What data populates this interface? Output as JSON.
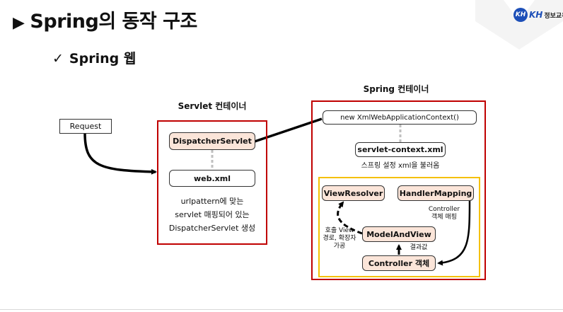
{
  "header": {
    "title_marker": "▶",
    "title": "Spring의 동작 구조",
    "subtitle_marker": "✓",
    "subtitle": "Spring 웹",
    "logo_mark": "KH",
    "logo_brand": "KH",
    "logo_org": "정보교육원"
  },
  "request": {
    "label": "Request"
  },
  "servlet_container": {
    "title": "Servlet 컨테이너",
    "dispatcher": "DispatcherServlet",
    "webxml": "web.xml",
    "desc_line1": "urlpattern에 맞는",
    "desc_line2": "servlet 매핑되어 있는",
    "desc_line3": "DispatcherServlet 생성"
  },
  "spring_container": {
    "title": "Spring 컨테이너",
    "app_context": "new XmlWebApplicationContext()",
    "servlet_context": "servlet-context.xml",
    "servlet_context_note": "스프링 설정 xml을 불러옴",
    "view_resolver": "ViewResolver",
    "handler_mapping": "HandlerMapping",
    "handler_note_line1": "Controller",
    "handler_note_line2": "객체 매핑",
    "model_and_view": "ModelAndView",
    "view_note_line1": "호출 View",
    "view_note_line2": "경로, 확장자",
    "view_note_line3": "가공",
    "result_note": "결과값",
    "controller": "Controller 객체"
  },
  "colors": {
    "red_border": "#c00000",
    "yellow_border": "#f5c000",
    "peach_fill": "#fbe5d9",
    "logo_blue": "#1d4fb8"
  }
}
